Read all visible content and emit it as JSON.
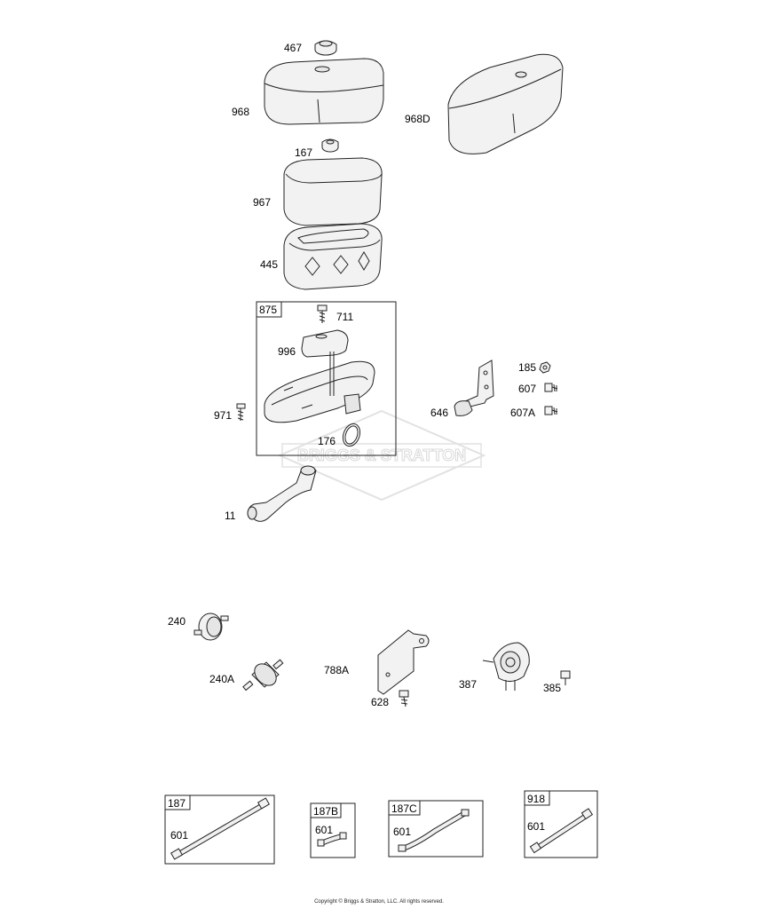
{
  "watermark": "BRIGGS & STRATTON",
  "copyright": "Copyright © Briggs & Stratton, LLC. All rights reserved.",
  "labels": {
    "p467": "467",
    "p968": "968",
    "p968D": "968D",
    "p167": "167",
    "p967": "967",
    "p445": "445",
    "p875": "875",
    "p711": "711",
    "p996": "996",
    "p971": "971",
    "p176": "176",
    "p185": "185",
    "p607": "607",
    "p607A": "607A",
    "p646": "646",
    "p11": "11",
    "p240": "240",
    "p240A": "240A",
    "p788A": "788A",
    "p628": "628",
    "p387": "387",
    "p385": "385",
    "p187": "187",
    "p187B": "187B",
    "p187C": "187C",
    "p918": "918",
    "p601a": "601",
    "p601b": "601",
    "p601c": "601",
    "p601d": "601"
  }
}
